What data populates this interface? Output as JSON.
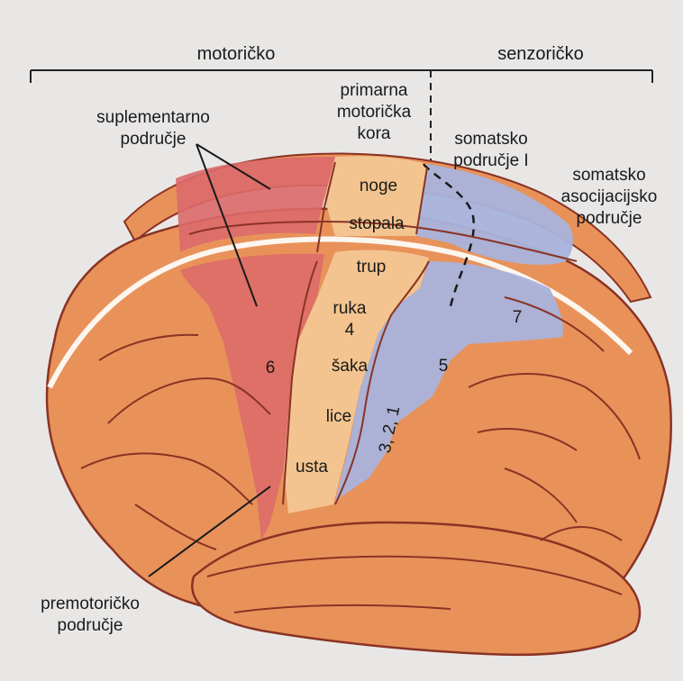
{
  "header": {
    "motor": "motoričko",
    "sensory": "senzoričko"
  },
  "labels": {
    "supplementary_1": "suplementarno",
    "supplementary_2": "područje",
    "primary_motor_1": "primarna",
    "primary_motor_2": "motorička",
    "primary_motor_3": "kora",
    "somatic_1": "somatsko",
    "somatic_2": "područje I",
    "assoc_1": "somatsko",
    "assoc_2": "asocijacijsko",
    "assoc_3": "područje",
    "premotor_1": "premotoričko",
    "premotor_2": "područje"
  },
  "regions": {
    "noge": "noge",
    "stopala": "stopala",
    "trup": "trup",
    "ruka": "ruka",
    "area4": "4",
    "saka": "šaka",
    "lice": "lice",
    "usta": "usta",
    "area6": "6",
    "area5": "5",
    "area7": "7",
    "area321": "3, 2, 1"
  },
  "colors": {
    "brain_orange": "#e8925a",
    "sulcus": "#8a3324",
    "motor_strip": "#f3c48f",
    "premotor_red": "#dc6a6a",
    "sensory_blue": "#a9b3dc"
  }
}
